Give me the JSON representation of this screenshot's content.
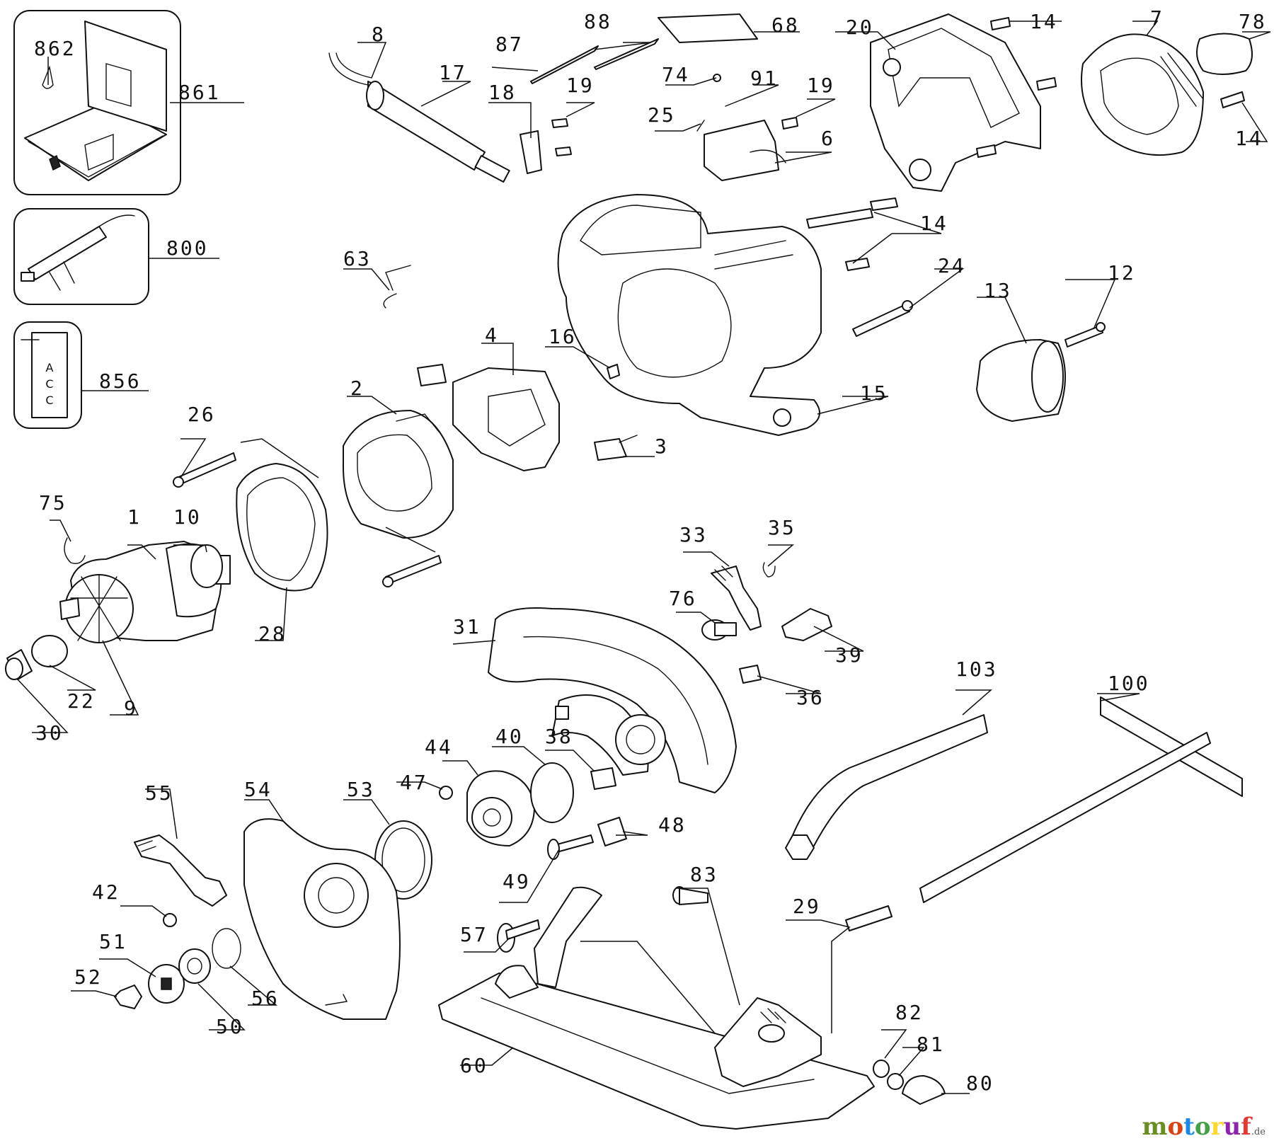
{
  "brand": {
    "watermark_letters": [
      "m",
      "o",
      "t",
      "o",
      "r",
      "u",
      "f"
    ],
    "watermark_colors": [
      "#6b8e23",
      "#d84315",
      "#1e88e5",
      "#43a047",
      "#fdd835",
      "#8e24aa",
      "#e53935"
    ],
    "watermark_suffix": ".de"
  },
  "callouts": {
    "p862": "862",
    "p861": "861",
    "p800": "800",
    "p856": "856",
    "p8": "8",
    "p17": "17",
    "p87": "87",
    "p88": "88",
    "p68": "68",
    "p18": "18",
    "p19a": "19",
    "p74": "74",
    "p91": "91",
    "p19b": "19",
    "p25": "25",
    "p6": "6",
    "p20": "20",
    "p14a": "14",
    "p7": "7",
    "p78": "78",
    "p14b": "14",
    "p14c": "14",
    "p24": "24",
    "p12": "12",
    "p13": "13",
    "p63": "63",
    "p4": "4",
    "p16": "16",
    "p15": "15",
    "p2": "2",
    "p3": "3",
    "p26": "26",
    "p75": "75",
    "p1": "1",
    "p10": "10",
    "p28": "28",
    "p33": "33",
    "p35": "35",
    "p76": "76",
    "p31": "31",
    "p39": "39",
    "p36": "36",
    "p103": "103",
    "p100": "100",
    "p22": "22",
    "p9": "9",
    "p30": "30",
    "p44": "44",
    "p40": "40",
    "p38": "38",
    "p47": "47",
    "p53": "53",
    "p54": "54",
    "p55": "55",
    "p48": "48",
    "p49": "49",
    "p42": "42",
    "p83": "83",
    "p29": "29",
    "p57": "57",
    "p51": "51",
    "p52": "52",
    "p56": "56",
    "p50": "50",
    "p60": "60",
    "p82": "82",
    "p81": "81",
    "p80": "80"
  },
  "inset_856_text": [
    "A",
    "C",
    "C"
  ]
}
